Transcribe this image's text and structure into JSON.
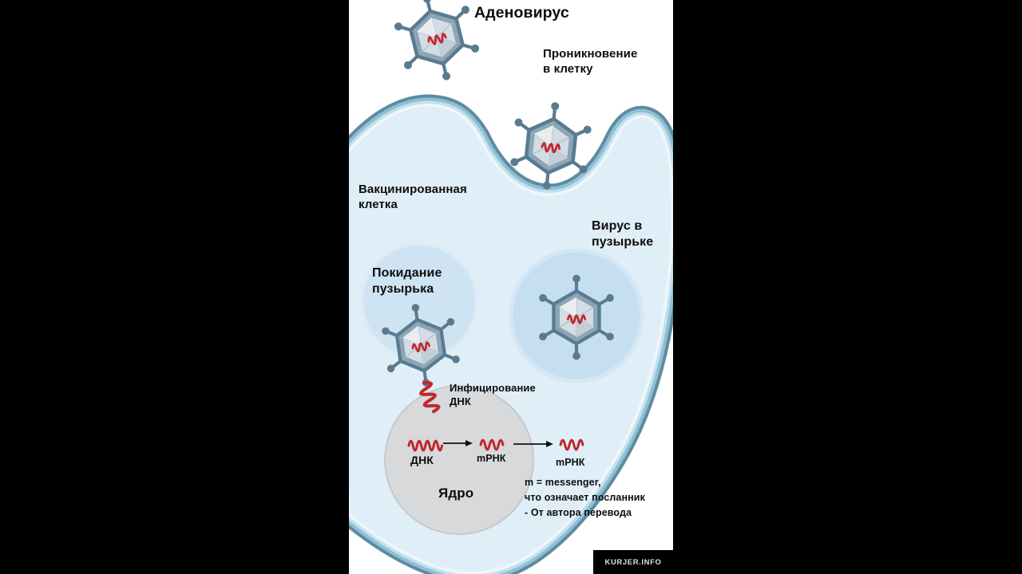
{
  "diagram": {
    "title": "Аденовирус",
    "labels": {
      "penetration": "Проникновение\nв клетку",
      "vaccinated_cell": "Вакцинированная\nклетка",
      "virus_in_vesicle": "Вирус в\nпузырьке",
      "leaving_vesicle": "Покидание\nпузырька",
      "dna_infection": "Инфицирование\nДНК",
      "dna": "ДНК",
      "mrna_in_nucleus": "mРНК",
      "mrna_in_cytoplasm": "mРНК",
      "nucleus": "Ядро",
      "translator_note": "m = messenger,\nчто означает посланник\n- От автора перевода"
    },
    "watermark": "KURJER.INFO",
    "colors": {
      "background": "#000000",
      "panel": "#ffffff",
      "membrane_outer": "#5f8ba0",
      "membrane_mid": "#8fc0d4",
      "membrane_inner": "#c2e0ee",
      "membrane_highlight": "#eef6fb",
      "cytoplasm": "#e0eef7",
      "vesicle": "#c6dff0",
      "vesicle_faded": "#cfe4f3",
      "nucleus": "#d7d9db",
      "virus_shell": "#8ba7b7",
      "virus_outline": "#5a7b8f",
      "virus_face": "#d4dde4",
      "genome_red": "#c1272d",
      "text": "#0d0d0d",
      "watermark_text": "#e0e0e0"
    }
  }
}
